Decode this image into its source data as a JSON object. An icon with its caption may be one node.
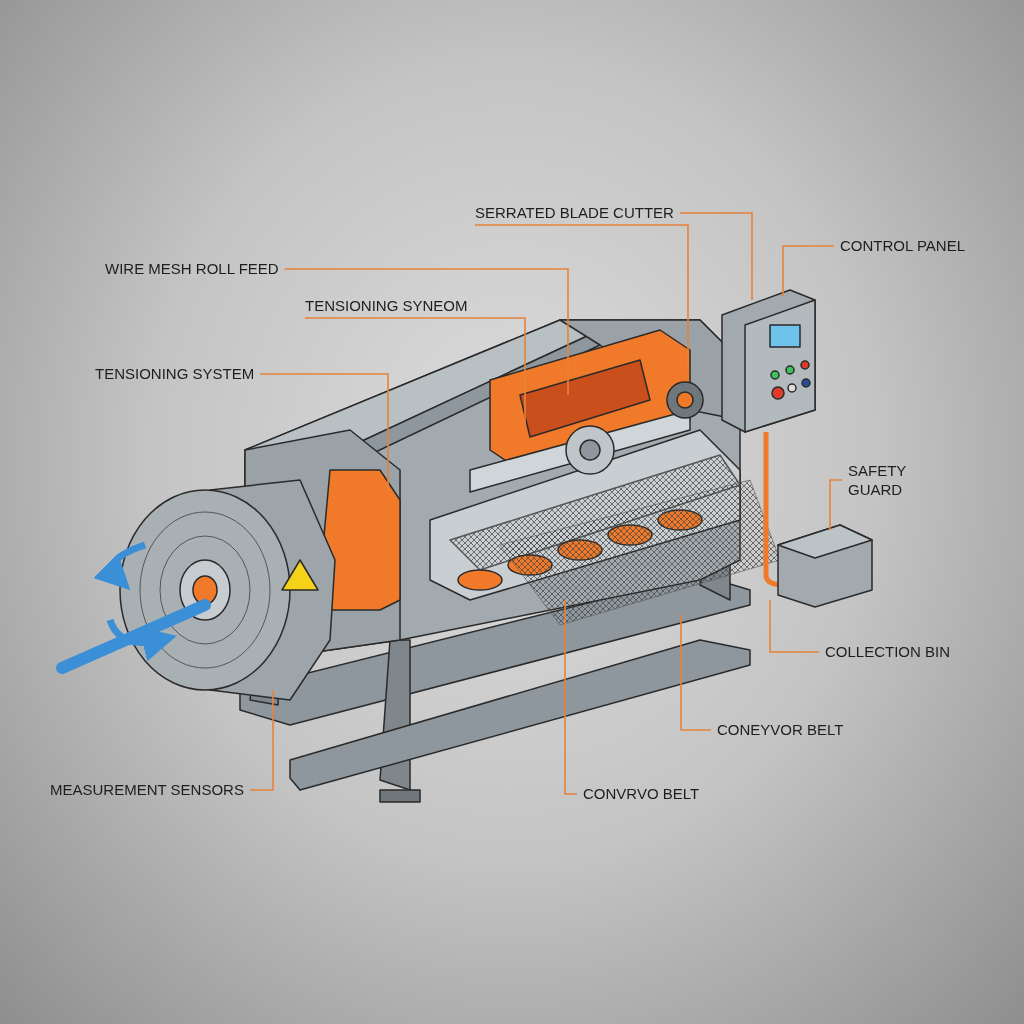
{
  "diagram": {
    "nodes": [
      {
        "text": [
          "SERRATED BLADE CUTTER"
        ]
      },
      {
        "text": [
          "CONTROL PANEL"
        ]
      },
      {
        "text": [
          "WIRE MESH ROLL FEED"
        ]
      },
      {
        "text": [
          "TENSIONING SYNEOM"
        ]
      },
      {
        "text": [
          "TENSIONING SYSTEM"
        ]
      },
      {
        "text": [
          "SAFETY GUARD"
        ]
      },
      {
        "text": [
          "COLLECTION BIN"
        ]
      },
      {
        "text": [
          "CONEYVOR BELT"
        ]
      },
      {
        "text": [
          "MEASUREMENT SENSORS"
        ]
      },
      {
        "text": [
          "CONVRVO BELT"
        ]
      }
    ],
    "edges": [
      {
        "from": 0,
        "to": null,
        "arrow": "none"
      },
      {
        "from": 0,
        "to": null,
        "arrow": "none"
      },
      {
        "from": 1,
        "to": null,
        "arrow": "none"
      },
      {
        "from": 2,
        "to": null,
        "arrow": "none"
      },
      {
        "from": 3,
        "to": null,
        "arrow": "none"
      },
      {
        "from": 4,
        "to": null,
        "arrow": "none"
      },
      {
        "from": 5,
        "to": null,
        "arrow": "none"
      },
      {
        "from": 6,
        "to": null,
        "arrow": "none"
      },
      {
        "from": 7,
        "to": null,
        "arrow": "none"
      },
      {
        "from": 8,
        "to": null,
        "arrow": "none"
      },
      {
        "from": 9,
        "to": null,
        "arrow": "none"
      }
    ]
  }
}
